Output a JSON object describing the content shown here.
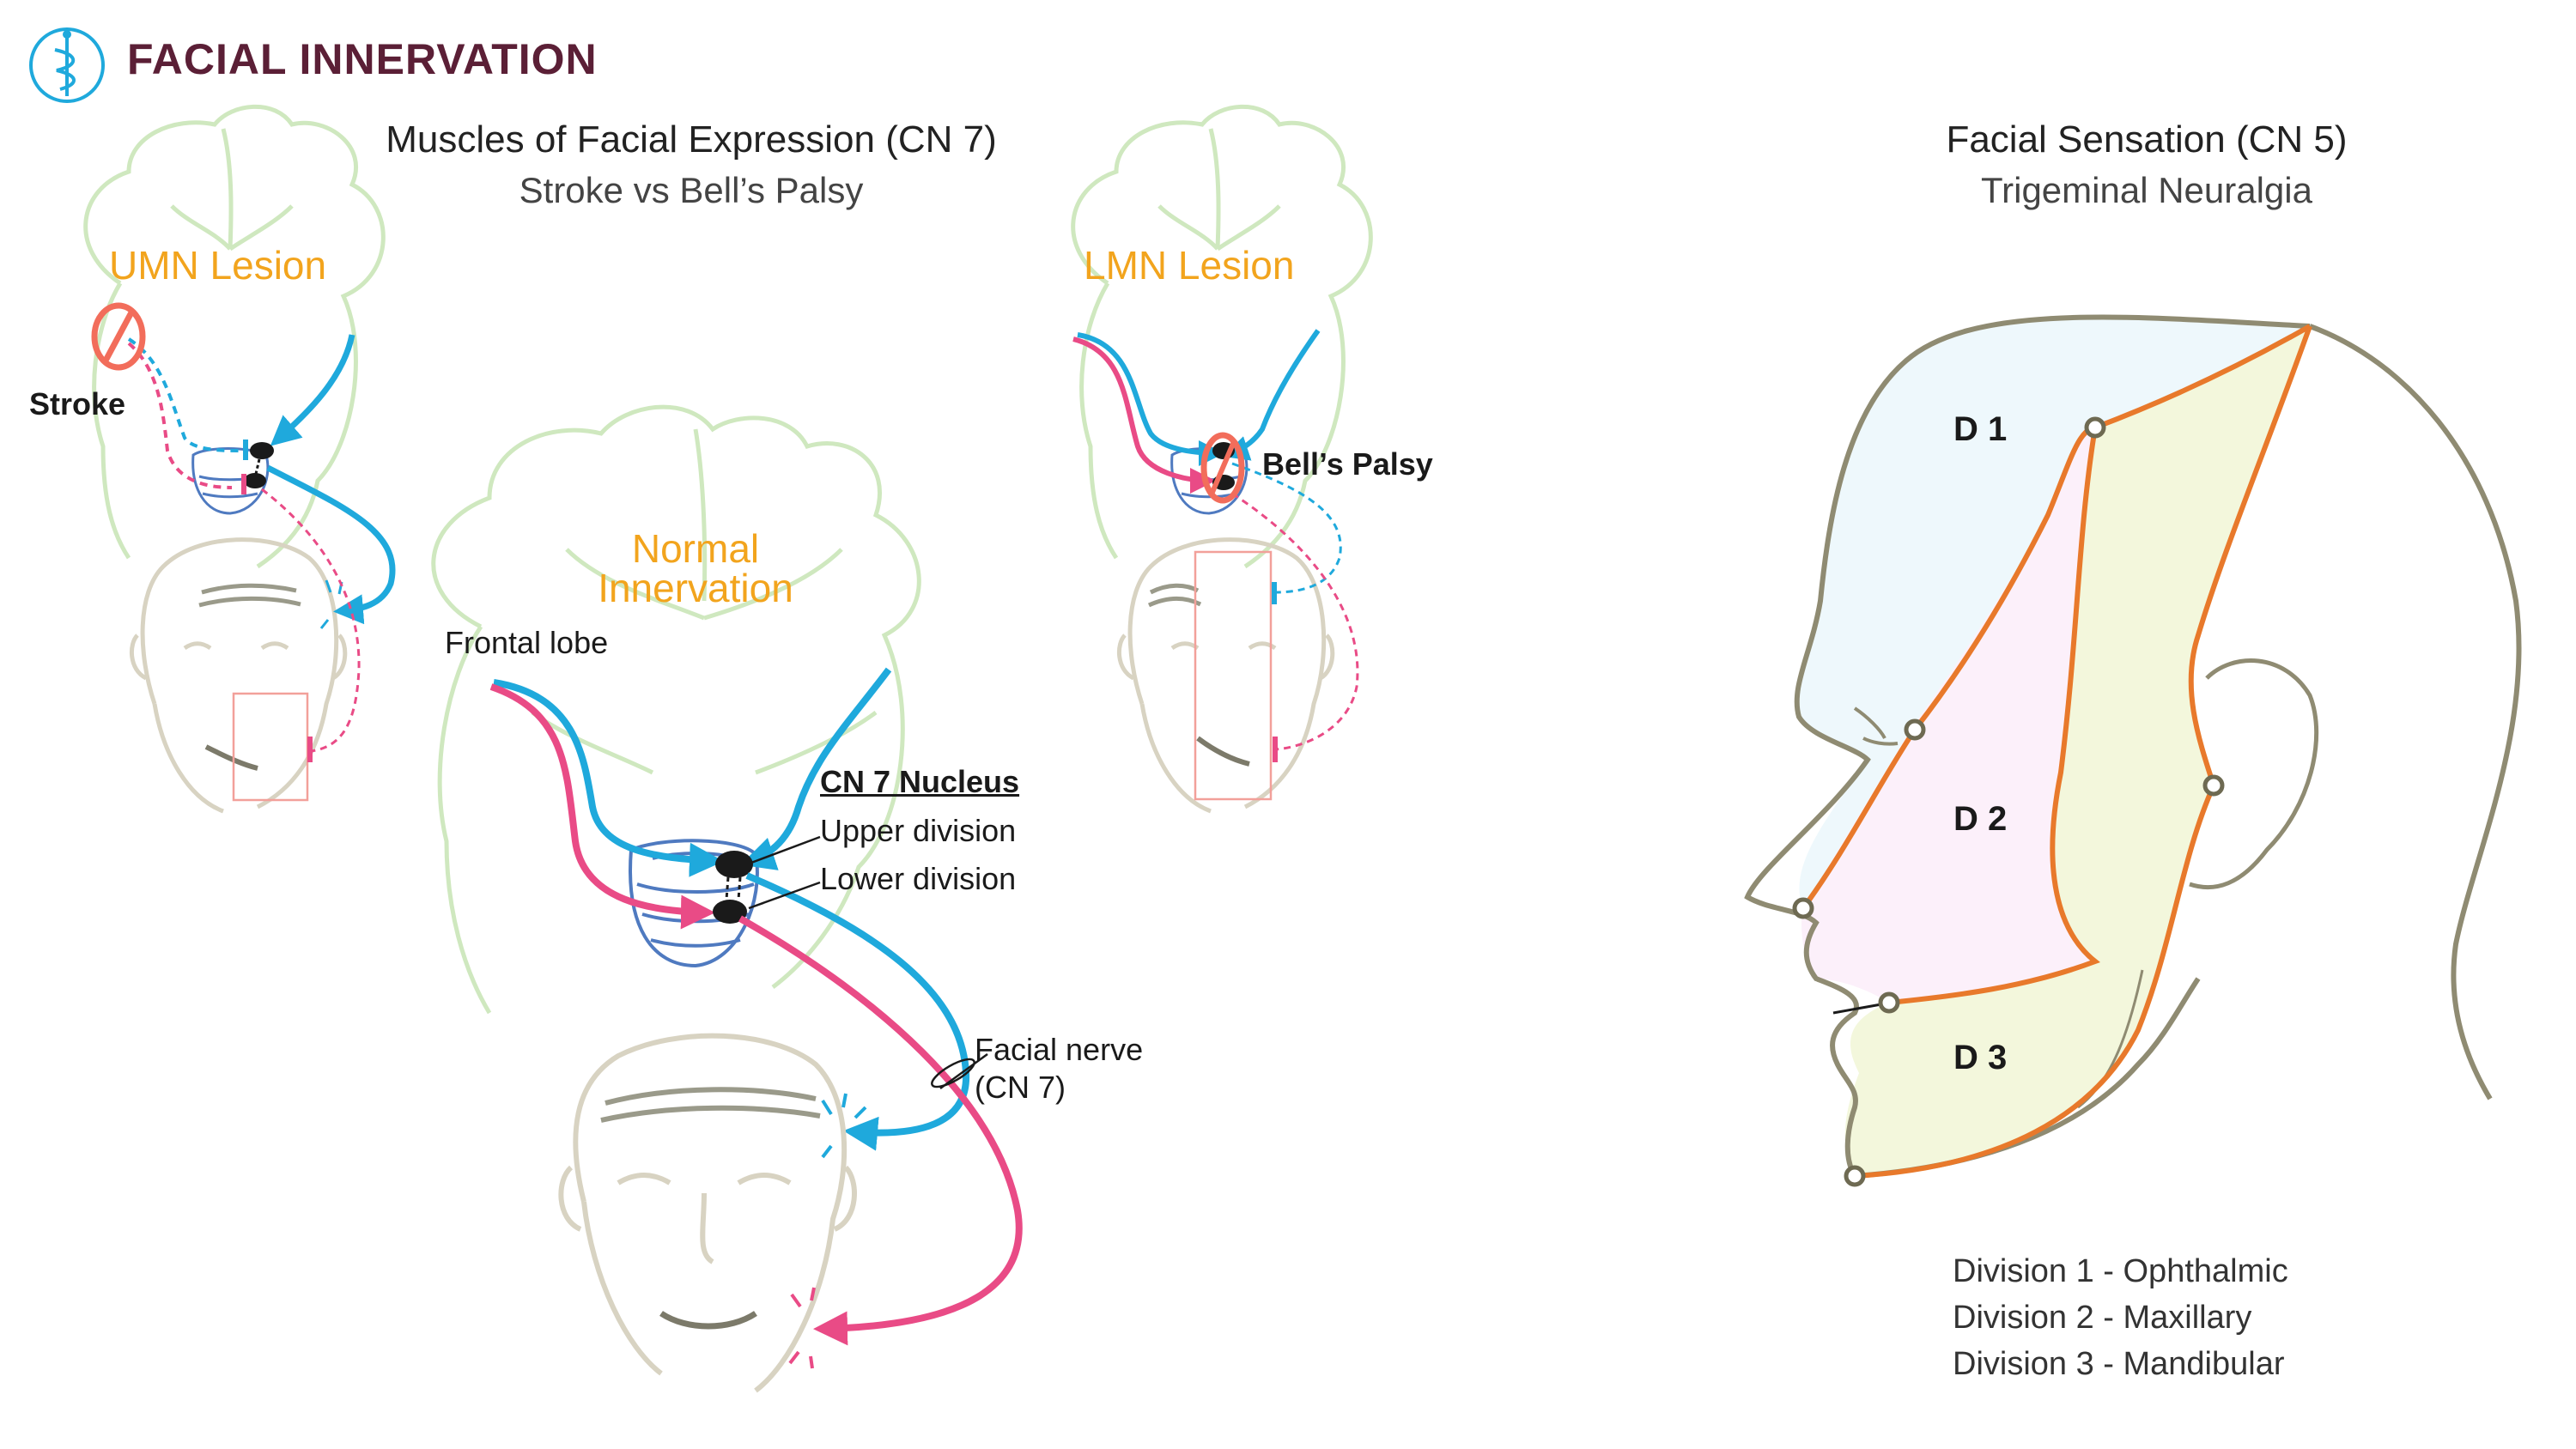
{
  "header": {
    "title": "FACIAL INNERVATION",
    "logo_icon": "caduceus-icon"
  },
  "left_section": {
    "title": "Muscles of Facial Expression (CN 7)",
    "subtitle": "Stroke vs Bell’s Palsy",
    "umn": {
      "title": "UMN Lesion",
      "stroke_label": "Stroke"
    },
    "lmn": {
      "title": "LMN Lesion",
      "bells_label": "Bell’s Palsy"
    },
    "normal": {
      "title_line1": "Normal",
      "title_line2": "Innervation",
      "frontal_lobe": "Frontal lobe",
      "nucleus": "CN 7 Nucleus",
      "upper_division": "Upper division",
      "lower_division": "Lower division",
      "facial_nerve_line1": "Facial nerve",
      "facial_nerve_line2": "(CN 7)"
    }
  },
  "right_section": {
    "title": "Facial Sensation (CN 5)",
    "subtitle": "Trigeminal Neuralgia",
    "regions": {
      "d1": "D 1",
      "d2": "D 2",
      "d3": "D 3"
    },
    "legend": [
      "Division 1 - Ophthalmic",
      "Division 2 - Maxillary",
      "Division 3 - Mandibular"
    ]
  },
  "colors": {
    "upper_pathway": "#1fa9dc",
    "lower_pathway": "#e94b86",
    "lesion": "#f26d5b",
    "heading_accent": "#f2a41d",
    "title": "#5b1f36",
    "brain_outline": "#cfe8bf",
    "face_outline": "#d8d3c2",
    "head_outline": "#8f8b72",
    "dermatome_border": "#e8792b",
    "d1_fill": "#eef8fc",
    "d2_fill": "#fcf0fa",
    "d3_fill": "#f3f7dc"
  }
}
